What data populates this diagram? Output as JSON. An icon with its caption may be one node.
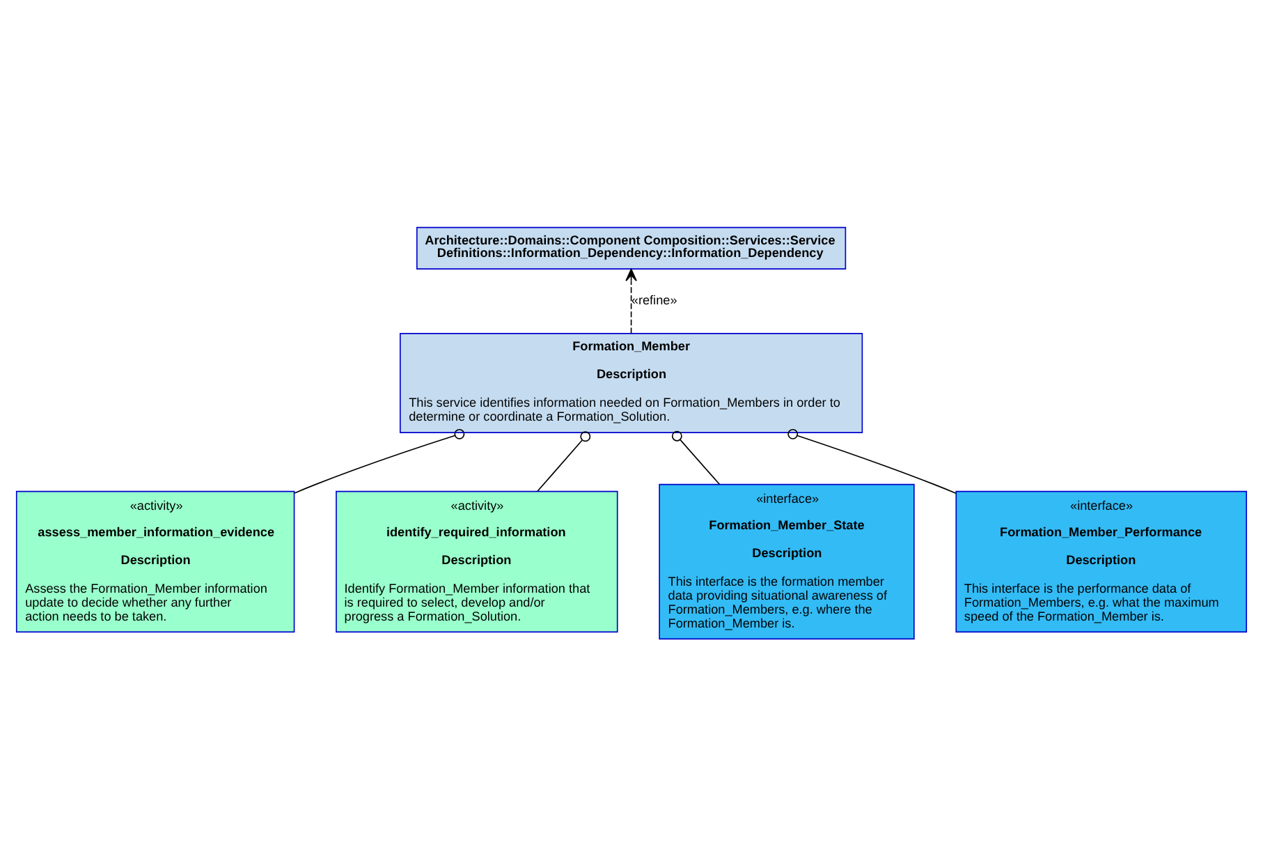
{
  "diagram": {
    "nodes": [
      {
        "text": [
          "Architecture::Domains::Component Composition::Services::Service Definitions::Information_Dependency::Information_Dependency"
        ]
      },
      {
        "text": [
          "Formation_Member",
          "Description",
          "This service identifies information needed on Formation_Members in order to determine or coordinate a Formation_Solution."
        ]
      },
      {
        "text": [
          "«activity»",
          "assess_member_information_evidence",
          "Description",
          "Assess the Formation_Member information update to decide whether any further action needs to be taken."
        ]
      },
      {
        "text": [
          "«activity»",
          "identify_required_information",
          "Description",
          "Identify Formation_Member information that is required to select, develop and/or progress a Formation_Solution."
        ]
      },
      {
        "text": [
          "«interface»",
          "Formation_Member_State",
          "Description",
          "This interface is the formation member data providing situational awareness of Formation_Members, e.g. where the Formation_Member is."
        ]
      },
      {
        "text": [
          "«interface»",
          "Formation_Member_Performance",
          "Description",
          "This interface is the performance data of Formation_Members, e.g. what the maximum speed of the Formation_Member is."
        ]
      }
    ],
    "edges": [
      {
        "from": 1,
        "to": 0,
        "arrow": "to",
        "label": "«refine»",
        "style": "dashed"
      },
      {
        "from": 2,
        "to": 1,
        "arrow": "other"
      },
      {
        "from": 3,
        "to": 1,
        "arrow": "other"
      },
      {
        "from": 4,
        "to": 1,
        "arrow": "other"
      },
      {
        "from": 5,
        "to": 1,
        "arrow": "other"
      }
    ]
  }
}
